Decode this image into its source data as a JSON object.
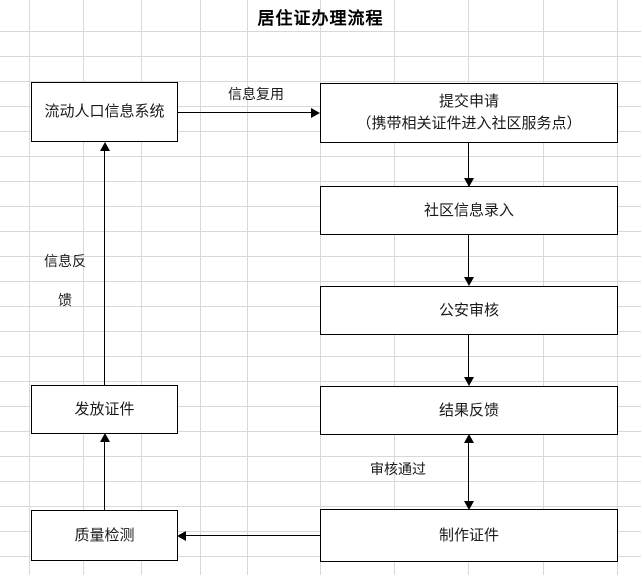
{
  "title": "居住证办理流程",
  "nodes": {
    "floating_population_system": "流动人口信息系统",
    "submit_application": "提交申请\n（携带相关证件进入社区服务点）",
    "submit_application_line1": "提交申请",
    "submit_application_line2": "（携带相关证件进入社区服务点）",
    "community_data_entry": "社区信息录入",
    "police_review": "公安审核",
    "result_feedback": "结果反馈",
    "make_certificate": "制作证件",
    "quality_inspection": "质量检测",
    "issue_certificate": "发放证件"
  },
  "edge_labels": {
    "info_reuse": "信息复用",
    "info_feedback": "信息反\n馈",
    "info_feedback_line1": "信息反",
    "info_feedback_line2": "馈",
    "review_passed": "审核通过"
  },
  "colors": {
    "node_border": "#000000",
    "node_fill": "#ffffff",
    "text": "#1a1a1a",
    "grid": "#d8d8d8",
    "connector": "#000000"
  }
}
